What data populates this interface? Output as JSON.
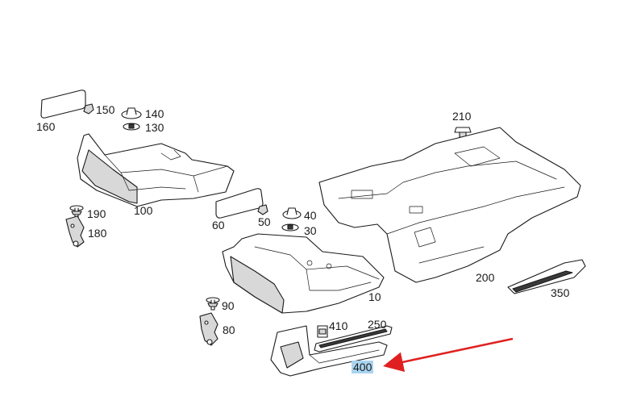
{
  "diagram": {
    "parts": [
      {
        "id": "p160",
        "label": "160",
        "icon": "mesh-insulation-pad-icon"
      },
      {
        "id": "p150",
        "label": "150",
        "icon": "clip-icon"
      },
      {
        "id": "p140",
        "label": "140",
        "icon": "push-nut-icon"
      },
      {
        "id": "p130",
        "label": "130",
        "icon": "grommet-icon"
      },
      {
        "id": "p100",
        "label": "100",
        "icon": "rear-floor-panel-icon"
      },
      {
        "id": "p190",
        "label": "190",
        "icon": "push-rivet-icon"
      },
      {
        "id": "p180",
        "label": "180",
        "icon": "bracket-icon"
      },
      {
        "id": "p60",
        "label": "60",
        "icon": "mesh-insulation-pad-icon"
      },
      {
        "id": "p50",
        "label": "50",
        "icon": "clip-icon"
      },
      {
        "id": "p40",
        "label": "40",
        "icon": "push-nut-icon"
      },
      {
        "id": "p30",
        "label": "30",
        "icon": "grommet-icon"
      },
      {
        "id": "p10",
        "label": "10",
        "icon": "front-floor-panel-icon"
      },
      {
        "id": "p90",
        "label": "90",
        "icon": "push-rivet-icon"
      },
      {
        "id": "p80",
        "label": "80",
        "icon": "bracket-icon"
      },
      {
        "id": "p210",
        "label": "210",
        "icon": "clip-icon"
      },
      {
        "id": "p200",
        "label": "200",
        "icon": "floor-carpet-icon"
      },
      {
        "id": "p350",
        "label": "350",
        "icon": "sill-trim-strip-icon"
      },
      {
        "id": "p410",
        "label": "410",
        "icon": "retaining-clip-icon"
      },
      {
        "id": "p250",
        "label": "250",
        "icon": "sill-trim-strip-icon"
      },
      {
        "id": "p400",
        "label": "400",
        "icon": "sill-cover-panel-icon"
      }
    ],
    "highlighted": "400",
    "highlight_color": "#a9d4ef",
    "arrow_color": "#e02020"
  }
}
